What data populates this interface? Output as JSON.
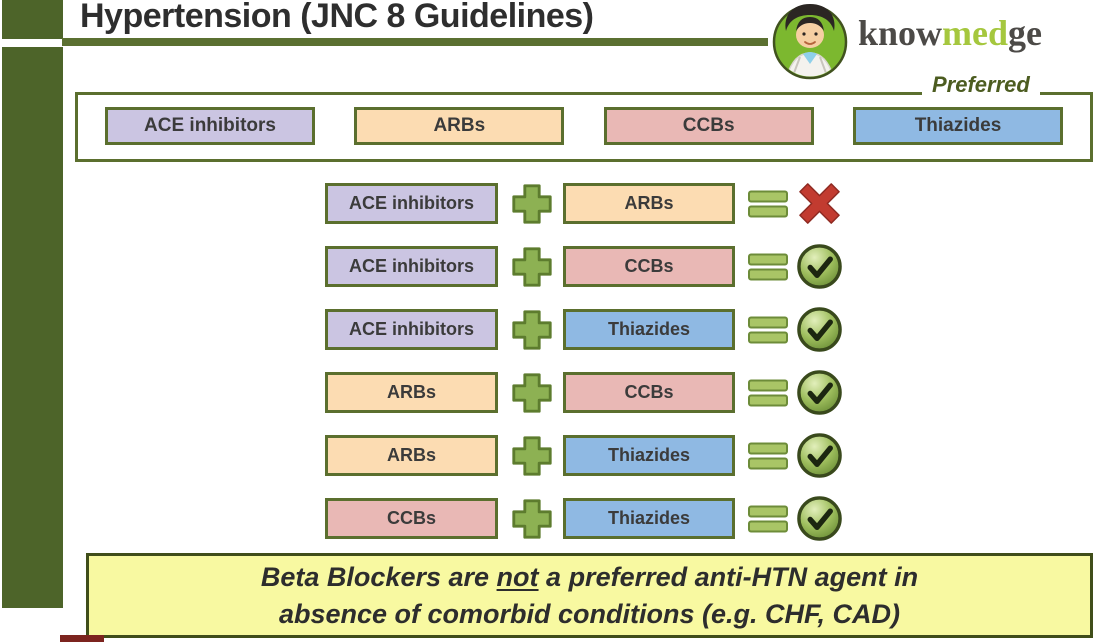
{
  "header": {
    "title": "Hypertension (JNC 8 Guidelines)",
    "brand": {
      "know": "know",
      "med": "med",
      "ge": "ge"
    }
  },
  "preferred": {
    "label": "Preferred",
    "drugs": [
      {
        "name": "ACE inhibitors",
        "color": "#cbc5e2"
      },
      {
        "name": "ARBs",
        "color": "#fcdcb2"
      },
      {
        "name": "CCBs",
        "color": "#e9b8b5"
      },
      {
        "name": "Thiazides",
        "color": "#8fb9e3"
      }
    ]
  },
  "combinations": [
    {
      "left": "ACE inhibitors",
      "right": "ARBs",
      "result": "not-preferred",
      "result_icon": "red-x-icon"
    },
    {
      "left": "ACE inhibitors",
      "right": "CCBs",
      "result": "preferred",
      "result_icon": "check-icon"
    },
    {
      "left": "ACE inhibitors",
      "right": "Thiazides",
      "result": "preferred",
      "result_icon": "check-icon"
    },
    {
      "left": "ARBs",
      "right": "CCBs",
      "result": "preferred",
      "result_icon": "check-icon"
    },
    {
      "left": "ARBs",
      "right": "Thiazides",
      "result": "preferred",
      "result_icon": "check-icon"
    },
    {
      "left": "CCBs",
      "right": "Thiazides",
      "result": "preferred",
      "result_icon": "check-icon"
    }
  ],
  "operators": {
    "plus": "plus-icon",
    "equals": "equals-icon"
  },
  "footnote": {
    "line1_before": "Beta Blockers are",
    "line1_underlined": "not",
    "line1_after": "a preferred anti-HTN agent in",
    "line2": "absence of comorbid conditions (e.g. CHF, CAD)"
  },
  "colors": {
    "accent_green_dark": "#4d6429",
    "border_green": "#5b6f2e",
    "logo_med_green": "#a5c73e",
    "preferred_text_green": "#4c5c20",
    "footnote_bg_yellow": "#f8f9a1",
    "cross_red": "#c23b30",
    "check_green": "#86ab4a"
  }
}
